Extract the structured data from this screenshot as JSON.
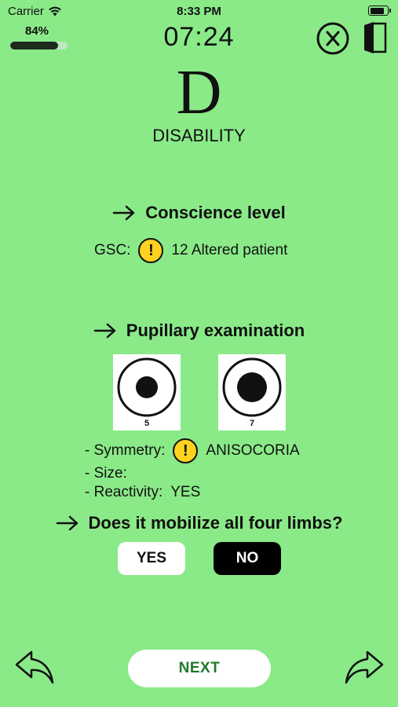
{
  "status_bar": {
    "carrier": "Carrier",
    "time": "8:33 PM"
  },
  "header": {
    "battery_percent": "84%",
    "progress": 0.84,
    "timer": "07:24"
  },
  "section": {
    "letter": "D",
    "name": "DISABILITY"
  },
  "conscience": {
    "heading": "Conscience level",
    "gsc_label": "GSC:",
    "warning_glyph": "!",
    "gsc_value": "12 Altered patient"
  },
  "pupils": {
    "heading": "Pupillary examination",
    "left_size": "5",
    "right_size": "7",
    "symmetry_label": "- Symmetry:",
    "symmetry_warning": "!",
    "symmetry_value": "ANISOCORIA",
    "size_label": "- Size:",
    "reactivity_label": "- Reactivity:",
    "reactivity_value": "YES"
  },
  "limbs": {
    "question": "Does it mobilize all four limbs?",
    "yes_label": "YES",
    "no_label": "NO",
    "selected": "NO"
  },
  "footer": {
    "next_label": "NEXT"
  },
  "colors": {
    "background": "#8aea88",
    "warning": "#ffd21f",
    "next_text": "#1e7a2a"
  }
}
